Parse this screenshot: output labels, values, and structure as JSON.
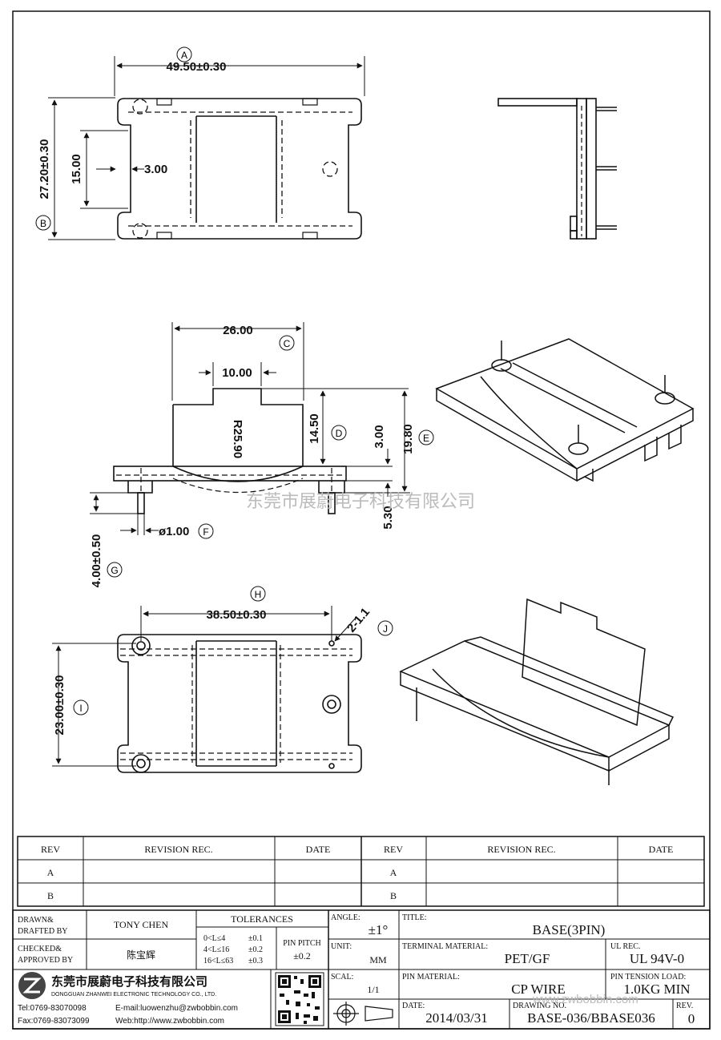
{
  "dimensions": {
    "top_width": "49.50±0.30",
    "top_height": "27.20±0.30",
    "top_inner": "15.00",
    "top_offset": "3.00",
    "front_width": "26.00",
    "front_notch": "10.00",
    "front_radius": "R25.90",
    "front_h1": "14.50",
    "front_h2": "3.00",
    "front_total": "19.80",
    "front_base": "5.30",
    "pin_dia": "ø1.00",
    "pin_len": "4.00±0.50",
    "bottom_width": "38.50±0.30",
    "bottom_height": "23.00±0.30",
    "hole_note": "2-1.1"
  },
  "markers": [
    "A",
    "B",
    "C",
    "D",
    "E",
    "F",
    "G",
    "H",
    "I",
    "J"
  ],
  "watermark": "东莞市展蔚电子科技有限公司",
  "revision_table": {
    "headers": [
      "REV",
      "REVISION REC.",
      "DATE",
      "REV",
      "REVISION REC.",
      "DATE"
    ],
    "rows": [
      [
        "A",
        "",
        "",
        "A",
        "",
        ""
      ],
      [
        "B",
        "",
        "",
        "B",
        "",
        ""
      ]
    ]
  },
  "title_block": {
    "drawn_label": [
      "DRAWN&",
      "DRAFTED BY"
    ],
    "drawn_value": "TONY CHEN",
    "checked_label": [
      "CHECKED&",
      "APPROVED BY"
    ],
    "checked_value": "陈宝辉",
    "tolerances_label": "TOLERANCES",
    "tol_rows": [
      [
        "0<L≤4",
        "±0.1"
      ],
      [
        "4<L≤16",
        "±0.2"
      ],
      [
        "16<L≤63",
        "±0.3"
      ]
    ],
    "pin_pitch_label": "PIN PITCH",
    "pin_pitch_value": "±0.2",
    "angle_label": "ANGLE:",
    "angle_value": "±1°",
    "unit_label": "UNIT:",
    "unit_value": "MM",
    "scale_label": "SCAL:",
    "scale_value": "1/1",
    "title_label": "TITLE:",
    "title_value": "BASE(3PIN)",
    "terminal_label": "TERMINAL MATERIAL:",
    "terminal_value": "PET/GF",
    "ul_label": "UL REC.",
    "ul_value": "UL 94V-0",
    "pin_material_label": "PIN MATERIAL:",
    "pin_material_value": "CP WIRE",
    "tension_label": "PIN TENSION LOAD:",
    "tension_value": "1.0KG MIN",
    "date_label": "DATE:",
    "date_value": "2014/03/31",
    "drawing_label": "DRAWING NO.",
    "drawing_value": "BASE-036/BBASE036",
    "rev_label": "REV.",
    "rev_value": "0",
    "company_cn": "东莞市展蔚电子科技有限公司",
    "company_en": "DONGGUAN ZHANWEI ELECTRONIC TECHNOLOGY CO., LTD.",
    "tel": "Tel:0769-83070098",
    "email": "E-mail:luowenzhu@zwbobbin.com",
    "fax": "Fax:0769-83073099",
    "web": "Web:http://www.zwbobbin.com",
    "site_watermark": "www.zwbobbin.com"
  }
}
